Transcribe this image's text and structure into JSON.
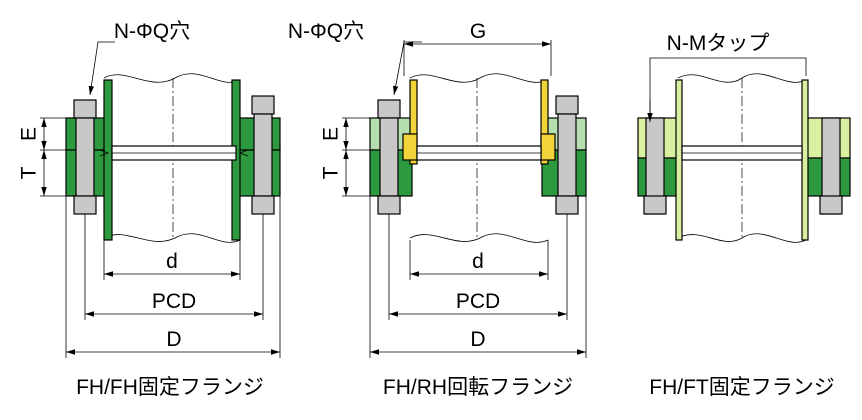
{
  "colors": {
    "flange_green": "#2e9a3f",
    "flange_light_green": "#b5dfae",
    "lime_green": "#d8f0a0",
    "yellow": "#f0d43a",
    "bolt_gray": "#c8c8c8",
    "line": "#000000"
  },
  "diagrams": [
    {
      "caption": "FH/FH固定フランジ",
      "hole_label": "N-ΦQ穴",
      "dim_E": "E",
      "dim_T": "T",
      "dim_d": "d",
      "dim_PCD": "PCD",
      "dim_D": "D"
    },
    {
      "caption": "FH/RH回転フランジ",
      "hole_label": "N-ΦQ穴",
      "dim_G": "G",
      "dim_E": "E",
      "dim_T": "T",
      "dim_d": "d",
      "dim_PCD": "PCD",
      "dim_D": "D"
    },
    {
      "caption": "FH/FT固定フランジ",
      "tap_label": "N-Mタップ"
    }
  ]
}
